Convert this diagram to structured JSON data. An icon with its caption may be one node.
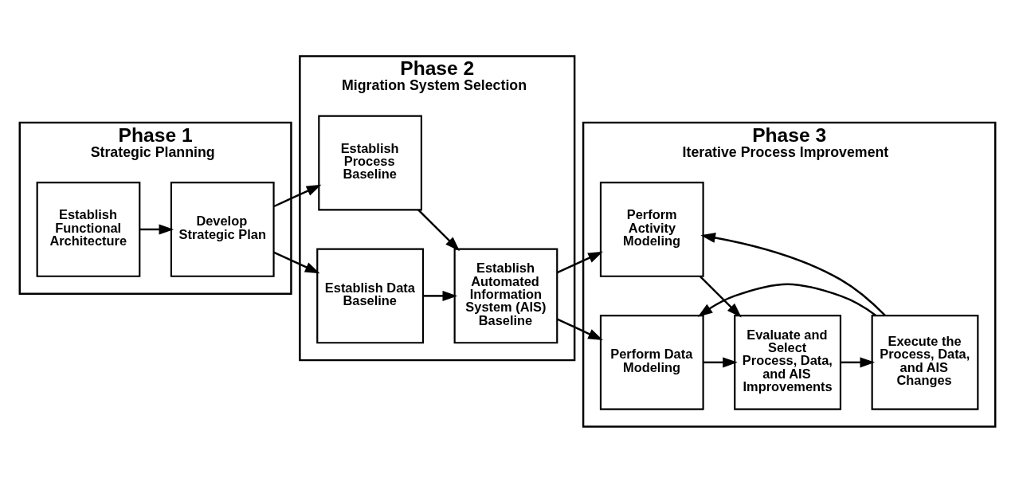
{
  "diagram": {
    "nodes": [
      {
        "text": [
          "Phase 1",
          "Strategic Planning"
        ]
      },
      {
        "text": [
          "Establish Functional Architecture"
        ],
        "in": 0
      },
      {
        "text": [
          "Develop Strategic Plan"
        ],
        "in": 0
      },
      {
        "text": [
          "Phase 2",
          "Migration System Selection"
        ]
      },
      {
        "text": [
          "Establish Process Baseline"
        ],
        "in": 3
      },
      {
        "text": [
          "Establish Data Baseline"
        ],
        "in": 3
      },
      {
        "text": [
          "Establish Automated Information System (AIS) Baseline"
        ],
        "in": 3
      },
      {
        "text": [
          "Phase 3",
          "Iterative Process Improvement"
        ]
      },
      {
        "text": [
          "Perform Activity Modeling"
        ],
        "in": 7
      },
      {
        "text": [
          "Perform Data Modeling"
        ],
        "in": 7
      },
      {
        "text": [
          "Evaluate and Select Process, Data, and AIS Improvements"
        ],
        "in": 7
      },
      {
        "text": [
          "Execute the Process, Data, and AIS Changes"
        ],
        "in": 7
      }
    ],
    "edges": [
      {
        "from": 1,
        "to": 2,
        "arrow": "to"
      },
      {
        "from": 2,
        "to": 4,
        "arrow": "to"
      },
      {
        "from": 2,
        "to": 5,
        "arrow": "to"
      },
      {
        "from": 4,
        "to": 6,
        "arrow": "to"
      },
      {
        "from": 5,
        "to": 6,
        "arrow": "to"
      },
      {
        "from": 6,
        "to": 8,
        "arrow": "to"
      },
      {
        "from": 6,
        "to": 9,
        "arrow": "to"
      },
      {
        "from": 8,
        "to": 10,
        "arrow": "to"
      },
      {
        "from": 9,
        "to": 10,
        "arrow": "to"
      },
      {
        "from": 10,
        "to": 11,
        "arrow": "to"
      },
      {
        "from": 11,
        "to": 8,
        "arrow": "to"
      },
      {
        "from": 11,
        "to": 9,
        "arrow": "to"
      }
    ]
  }
}
